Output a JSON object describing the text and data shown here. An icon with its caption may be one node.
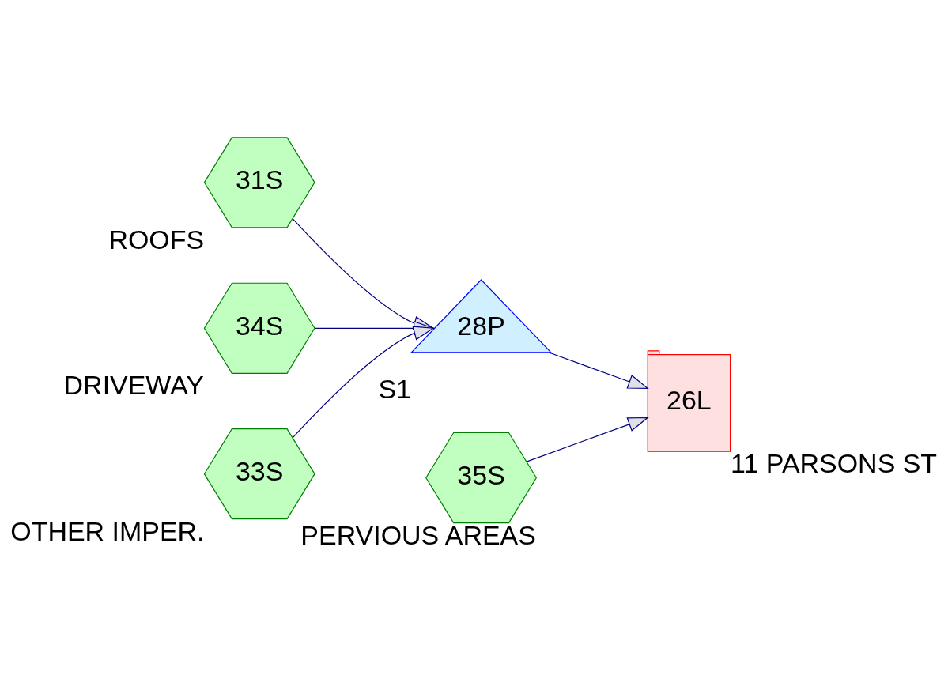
{
  "diagram": {
    "nodes": [
      {
        "text": [
          "31S"
        ],
        "beside": [
          "ROOFS"
        ]
      },
      {
        "text": [
          "34S"
        ],
        "beside": [
          "DRIVEWAY"
        ]
      },
      {
        "text": [
          "33S"
        ],
        "beside": [
          "OTHER IMPER."
        ]
      },
      {
        "text": [
          "28P"
        ],
        "beside": [
          "S1"
        ]
      },
      {
        "text": [
          "35S"
        ],
        "beside": [
          "PERVIOUS AREAS"
        ]
      },
      {
        "text": [
          "26L"
        ],
        "beside": [
          "11 PARSONS ST"
        ]
      }
    ],
    "edges": [
      {
        "from": 0,
        "to": 3,
        "arrow": "to"
      },
      {
        "from": 1,
        "to": 3,
        "arrow": "to"
      },
      {
        "from": 2,
        "to": 3,
        "arrow": "to"
      },
      {
        "from": 3,
        "to": 5,
        "arrow": "to"
      },
      {
        "from": 4,
        "to": 5,
        "arrow": "to"
      }
    ]
  }
}
